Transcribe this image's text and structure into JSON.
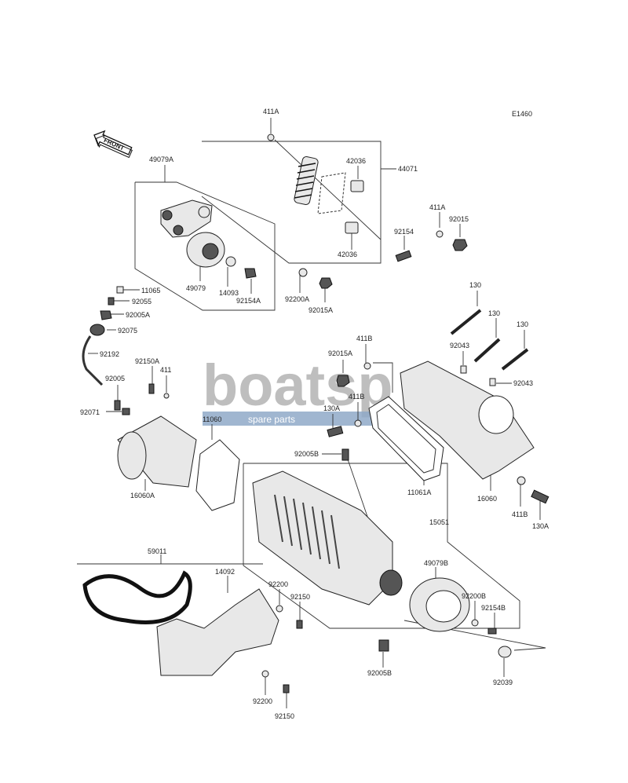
{
  "diagram_code": "E1460",
  "front_arrow": "FRONT",
  "watermark": {
    "brand": "boatsp",
    "tagline": "spare parts"
  },
  "labels": [
    {
      "id": "411A-top",
      "text": "411A"
    },
    {
      "id": "44071",
      "text": "44071"
    },
    {
      "id": "42036-a",
      "text": "42036"
    },
    {
      "id": "42036-b",
      "text": "42036"
    },
    {
      "id": "411A-right",
      "text": "411A"
    },
    {
      "id": "92015",
      "text": "92015"
    },
    {
      "id": "92154",
      "text": "92154"
    },
    {
      "id": "49079A",
      "text": "49079A"
    },
    {
      "id": "49079",
      "text": "49079"
    },
    {
      "id": "14093",
      "text": "14093"
    },
    {
      "id": "92154A",
      "text": "92154A"
    },
    {
      "id": "92200A",
      "text": "92200A"
    },
    {
      "id": "92015A-a",
      "text": "92015A"
    },
    {
      "id": "11065",
      "text": "11065"
    },
    {
      "id": "92055",
      "text": "92055"
    },
    {
      "id": "92005A",
      "text": "92005A"
    },
    {
      "id": "92075",
      "text": "92075"
    },
    {
      "id": "92192",
      "text": "92192"
    },
    {
      "id": "92150A",
      "text": "92150A"
    },
    {
      "id": "411",
      "text": "411"
    },
    {
      "id": "92005",
      "text": "92005"
    },
    {
      "id": "92071",
      "text": "92071"
    },
    {
      "id": "11060",
      "text": "11060"
    },
    {
      "id": "16060A",
      "text": "16060A"
    },
    {
      "id": "130-a",
      "text": "130"
    },
    {
      "id": "130-b",
      "text": "130"
    },
    {
      "id": "130-c",
      "text": "130"
    },
    {
      "id": "92043-a",
      "text": "92043"
    },
    {
      "id": "92043-b",
      "text": "92043"
    },
    {
      "id": "411B-a",
      "text": "411B"
    },
    {
      "id": "92015A-b",
      "text": "92015A"
    },
    {
      "id": "411B-b",
      "text": "411B"
    },
    {
      "id": "130A-a",
      "text": "130A"
    },
    {
      "id": "92005B-a",
      "text": "92005B"
    },
    {
      "id": "11061A",
      "text": "11061A"
    },
    {
      "id": "16060",
      "text": "16060"
    },
    {
      "id": "411B-c",
      "text": "411B"
    },
    {
      "id": "130A-b",
      "text": "130A"
    },
    {
      "id": "15051",
      "text": "15051"
    },
    {
      "id": "59011",
      "text": "59011"
    },
    {
      "id": "14092",
      "text": "14092"
    },
    {
      "id": "92200-a",
      "text": "92200"
    },
    {
      "id": "92150-a",
      "text": "92150"
    },
    {
      "id": "49079B",
      "text": "49079B"
    },
    {
      "id": "92200B",
      "text": "92200B"
    },
    {
      "id": "92154B",
      "text": "92154B"
    },
    {
      "id": "92005B-b",
      "text": "92005B"
    },
    {
      "id": "92039",
      "text": "92039"
    },
    {
      "id": "92200-b",
      "text": "92200"
    },
    {
      "id": "92150-b",
      "text": "92150"
    }
  ]
}
